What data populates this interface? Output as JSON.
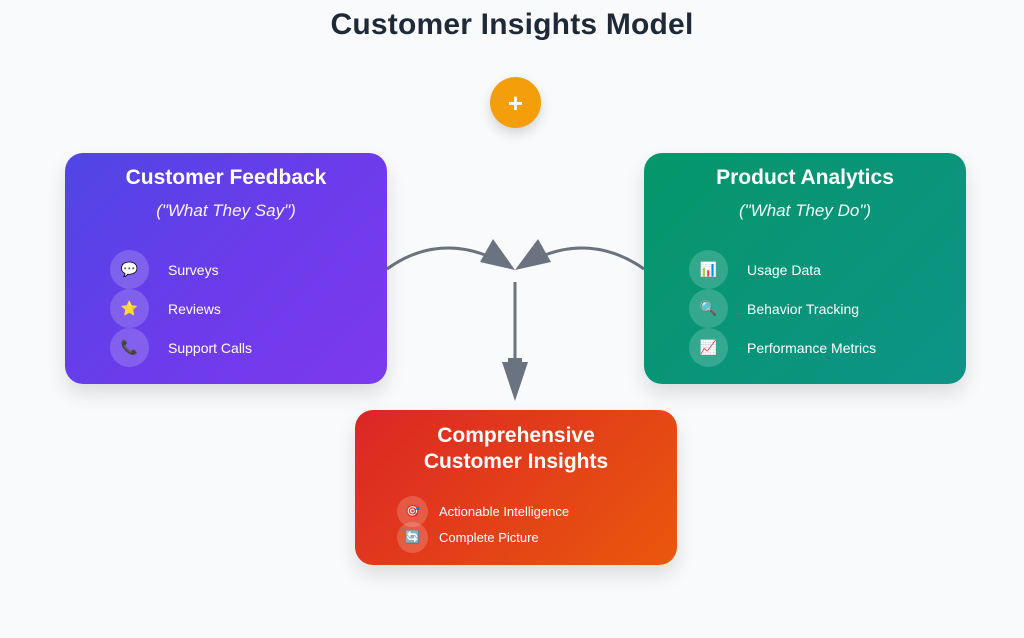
{
  "title": "Customer Insights Model",
  "combine_badge": {
    "icon": "plus-icon",
    "symbol": "+",
    "color": "#f59e0b"
  },
  "cards": {
    "feedback": {
      "title": "Customer Feedback",
      "subtitle": "(\"What They Say\")",
      "color_start": "#4f46e5",
      "color_end": "#7c3aed",
      "items": [
        {
          "icon": "speech-bubble-icon",
          "glyph": "💬",
          "label": "Surveys"
        },
        {
          "icon": "star-icon",
          "glyph": "⭐",
          "label": "Reviews"
        },
        {
          "icon": "phone-icon",
          "glyph": "📞",
          "label": "Support Calls"
        }
      ]
    },
    "analytics": {
      "title": "Product Analytics",
      "subtitle": "(\"What They Do\")",
      "color_start": "#059669",
      "color_end": "#0d9488",
      "items": [
        {
          "icon": "bar-chart-icon",
          "glyph": "📊",
          "label": "Usage Data"
        },
        {
          "icon": "magnifier-icon",
          "glyph": "🔍",
          "label": "Behavior Tracking"
        },
        {
          "icon": "trend-chart-icon",
          "glyph": "📈",
          "label": "Performance Metrics"
        }
      ]
    },
    "insights": {
      "title_line1": "Comprehensive",
      "title_line2": "Customer Insights",
      "color_start": "#dc2626",
      "color_end": "#ea580c",
      "items": [
        {
          "icon": "target-icon",
          "glyph": "🎯",
          "label": "Actionable Intelligence"
        },
        {
          "icon": "refresh-icon",
          "glyph": "🔄",
          "label": "Complete Picture"
        }
      ]
    }
  },
  "connector_color": "#6b7280"
}
